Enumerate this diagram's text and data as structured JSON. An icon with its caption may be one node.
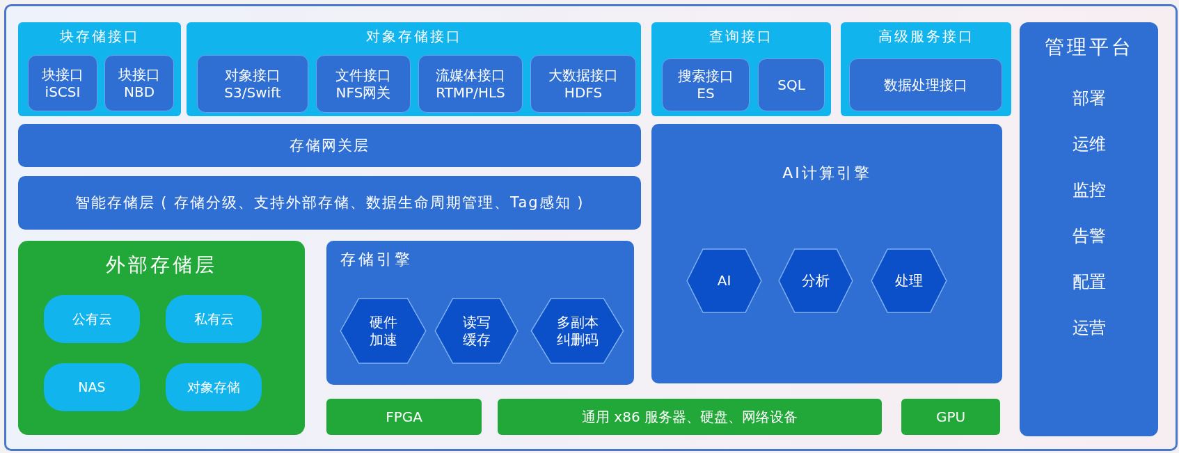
{
  "diagram": {
    "nodes": [
      {
        "text": [
          "块存储接口"
        ]
      },
      {
        "text": [
          "块接口 iSCSI"
        ],
        "in": 0
      },
      {
        "text": [
          "块接口 NBD"
        ],
        "in": 0
      },
      {
        "text": [
          "对象存储接口"
        ]
      },
      {
        "text": [
          "对象接口 S3/Swift"
        ],
        "in": 3
      },
      {
        "text": [
          "文件接口 NFS网关"
        ],
        "in": 3
      },
      {
        "text": [
          "流媒体接口 RTMP/HLS"
        ],
        "in": 3
      },
      {
        "text": [
          "大数据接口 HDFS"
        ],
        "in": 3
      },
      {
        "text": [
          "查询接口"
        ]
      },
      {
        "text": [
          "搜索接口 ES"
        ],
        "in": 8
      },
      {
        "text": [
          "SQL"
        ],
        "in": 8
      },
      {
        "text": [
          "高级服务接口"
        ]
      },
      {
        "text": [
          "数据处理接口"
        ],
        "in": 11
      },
      {
        "text": [
          "存储网关层"
        ]
      },
      {
        "text": [
          "智能存储层 ( 存储分级、支持外部存储、数据生命周期管理、Tag感知 )"
        ]
      },
      {
        "text": [
          "外部存储层"
        ]
      },
      {
        "text": [
          "公有云"
        ],
        "in": 15
      },
      {
        "text": [
          "私有云"
        ],
        "in": 15
      },
      {
        "text": [
          "NAS"
        ],
        "in": 15
      },
      {
        "text": [
          "对象存储"
        ],
        "in": 15
      },
      {
        "text": [
          "存储引擎"
        ]
      },
      {
        "text": [
          "硬件加速"
        ],
        "in": 20
      },
      {
        "text": [
          "读写缓存"
        ],
        "in": 20
      },
      {
        "text": [
          "多副本纠删码"
        ],
        "in": 20
      },
      {
        "text": [
          "AI计算引擎"
        ]
      },
      {
        "text": [
          "AI"
        ],
        "in": 24
      },
      {
        "text": [
          "分析"
        ],
        "in": 24
      },
      {
        "text": [
          "处理"
        ],
        "in": 24
      },
      {
        "text": [
          "FPGA"
        ]
      },
      {
        "text": [
          "通用 x86 服务器、硬盘、网络设备"
        ]
      },
      {
        "text": [
          "GPU"
        ]
      },
      {
        "text": [
          "管理平台",
          "部署",
          "运维",
          "监控",
          "告警",
          "配置",
          "运营"
        ]
      }
    ],
    "edges": []
  }
}
